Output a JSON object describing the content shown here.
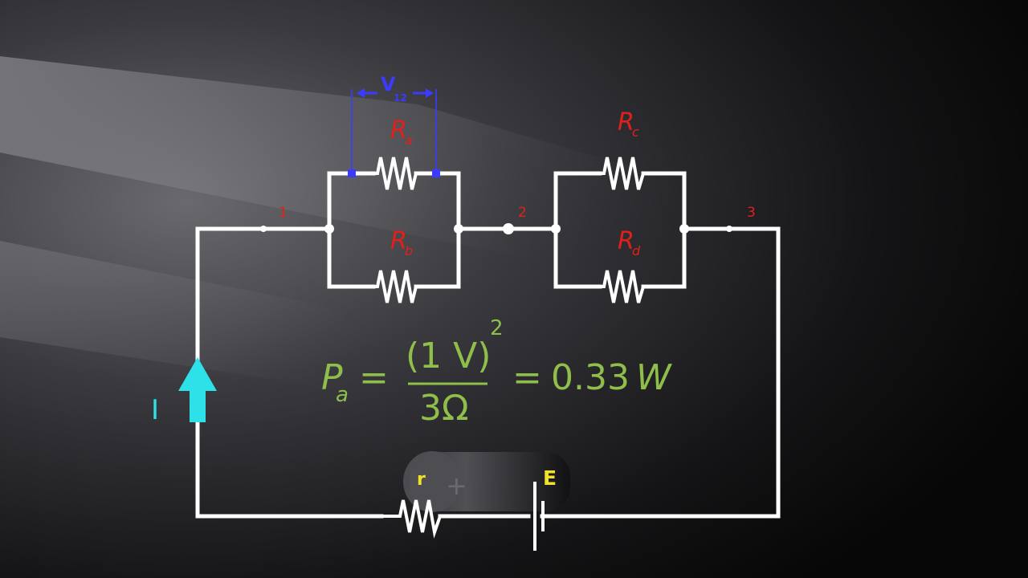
{
  "nodes": {
    "n1": "1",
    "n2": "2",
    "n3": "3"
  },
  "voltage_marker": {
    "main": "V",
    "sub": "12"
  },
  "resistors": {
    "ra": {
      "main": "R",
      "sub": "a"
    },
    "rb": {
      "main": "R",
      "sub": "b"
    },
    "rc": {
      "main": "R",
      "sub": "c"
    },
    "rd": {
      "main": "R",
      "sub": "d"
    },
    "r_internal": "r"
  },
  "current_label": "I",
  "emf_label": "E",
  "battery_plus": "+",
  "equation": {
    "lhs_main": "P",
    "lhs_sub": "a",
    "equals_1": "=",
    "numerator": "(1 V)",
    "exponent": "2",
    "denominator": "3Ω",
    "equals_2": "=",
    "result": "0.33",
    "unit": "W"
  },
  "colors": {
    "wire": "#ffffff",
    "resistor_labels": "#e0201a",
    "voltage_marker": "#3b3bff",
    "equation": "#8fbe4a",
    "current_arrow": "#2ee0e8",
    "emf_label": "#f0e22a"
  }
}
